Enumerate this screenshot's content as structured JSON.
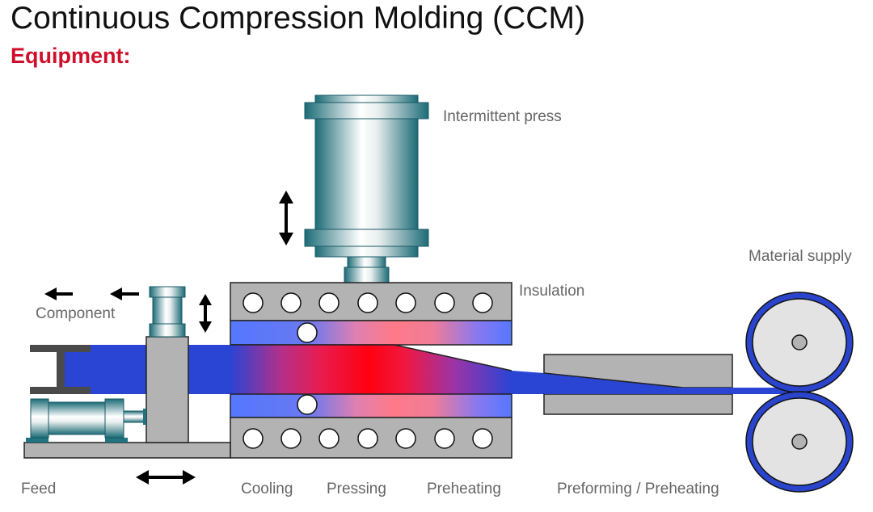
{
  "header": {
    "title": "Continuous Compression Molding (CCM)",
    "subtitle": "Equipment:"
  },
  "labels": {
    "intermittent_press": "Intermittent press",
    "insulation": "Insulation",
    "material_supply": "Material supply",
    "component": "Component",
    "feed": "Feed",
    "cooling": "Cooling",
    "pressing": "Pressing",
    "preheating": "Preheating",
    "preforming_preheating": "Preforming / Preheating"
  },
  "colors": {
    "subtitle_red": "#d0102a",
    "steel_teal": "#1f6f7a",
    "machine_gray": "#b3b3b3",
    "material_blue": "#2a44d4",
    "die_blue": "#5577ff",
    "heat_red": "#ff0010",
    "roller_blue": "#2a44cc",
    "roller_fill": "#e3e3e3",
    "label_gray": "#666666"
  }
}
